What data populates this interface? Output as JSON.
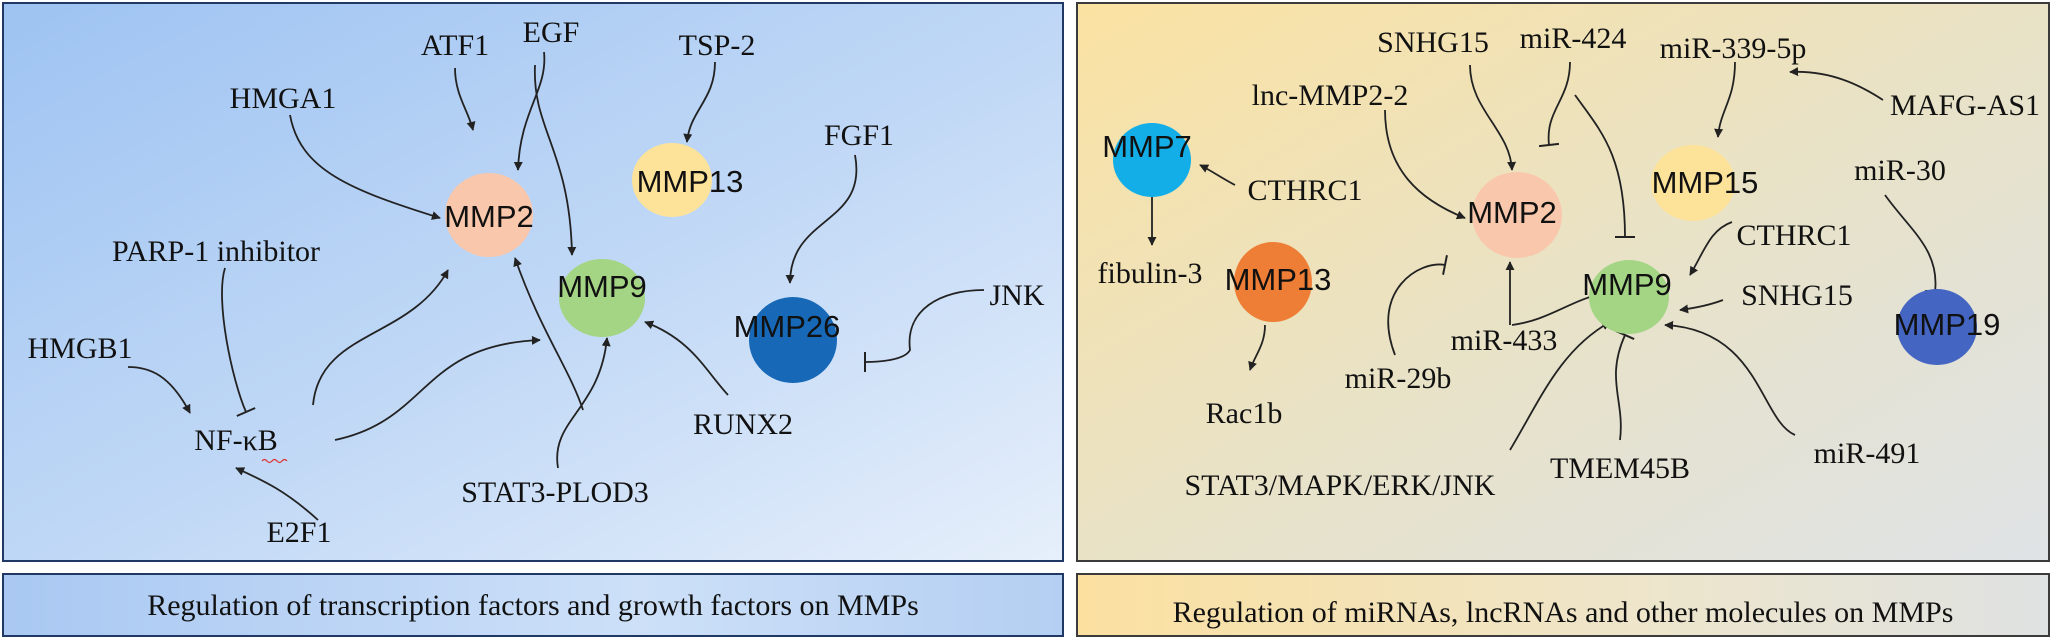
{
  "left_panel": {
    "caption": "Regulation of transcription factors and growth factors on MMPs",
    "mmps": [
      {
        "id": "l_mmp2",
        "label": "MMP2",
        "color": "#f9c8ac"
      },
      {
        "id": "l_mmp9",
        "label": "MMP9",
        "color": "#a4d585"
      },
      {
        "id": "l_mmp13",
        "label": "MMP13",
        "color": "#fde39a"
      },
      {
        "id": "l_mmp26",
        "label": "MMP26",
        "color": "#1769b7"
      }
    ],
    "regulators": [
      {
        "id": "l_atf1",
        "label": "ATF1"
      },
      {
        "id": "l_egf",
        "label": "EGF"
      },
      {
        "id": "l_tsp2",
        "label": "TSP-2"
      },
      {
        "id": "l_hmga1",
        "label": "HMGA1"
      },
      {
        "id": "l_fgf1",
        "label": "FGF1"
      },
      {
        "id": "l_parp1",
        "label": "PARP-1 inhibitor"
      },
      {
        "id": "l_jnk",
        "label": "JNK"
      },
      {
        "id": "l_hmgb1",
        "label": "HMGB1"
      },
      {
        "id": "l_nfkb",
        "label": "NF-κB"
      },
      {
        "id": "l_runx2",
        "label": "RUNX2"
      },
      {
        "id": "l_stat3",
        "label": "STAT3-PLOD3"
      },
      {
        "id": "l_e2f1",
        "label": "E2F1"
      }
    ]
  },
  "right_panel": {
    "caption": "Regulation of miRNAs, lncRNAs and other molecules on MMPs",
    "mmps": [
      {
        "id": "r_mmp7",
        "label": "MMP7",
        "color": "#13aee8"
      },
      {
        "id": "r_mmp2",
        "label": "MMP2",
        "color": "#f9c8ac"
      },
      {
        "id": "r_mmp15",
        "label": "MMP15",
        "color": "#fde39a"
      },
      {
        "id": "r_mmp9",
        "label": "MMP9",
        "color": "#a4d585"
      },
      {
        "id": "r_mmp13",
        "label": "MMP13",
        "color": "#ee7d35"
      },
      {
        "id": "r_mmp19",
        "label": "MMP19",
        "color": "#4466c2"
      }
    ],
    "regulators": [
      {
        "id": "r_snhg15a",
        "label": "SNHG15"
      },
      {
        "id": "r_mir424",
        "label": "miR-424"
      },
      {
        "id": "r_mir339",
        "label": "miR-339-5p"
      },
      {
        "id": "r_lncmmp2",
        "label": "lnc-MMP2-2"
      },
      {
        "id": "r_mafgas1",
        "label": "MAFG-AS1"
      },
      {
        "id": "r_cthrc1a",
        "label": "CTHRC1"
      },
      {
        "id": "r_mir30",
        "label": "miR-30"
      },
      {
        "id": "r_fibulin3",
        "label": "fibulin-3"
      },
      {
        "id": "r_cthrc1b",
        "label": "CTHRC1"
      },
      {
        "id": "r_snhg15b",
        "label": "SNHG15"
      },
      {
        "id": "r_mir433",
        "label": "miR-433"
      },
      {
        "id": "r_mir29b",
        "label": "miR-29b"
      },
      {
        "id": "r_rac1b",
        "label": "Rac1b"
      },
      {
        "id": "r_mir491",
        "label": "miR-491"
      },
      {
        "id": "r_stat3",
        "label": "STAT3/MAPK/ERK/JNK"
      },
      {
        "id": "r_tmem45b",
        "label": "TMEM45B"
      }
    ]
  }
}
